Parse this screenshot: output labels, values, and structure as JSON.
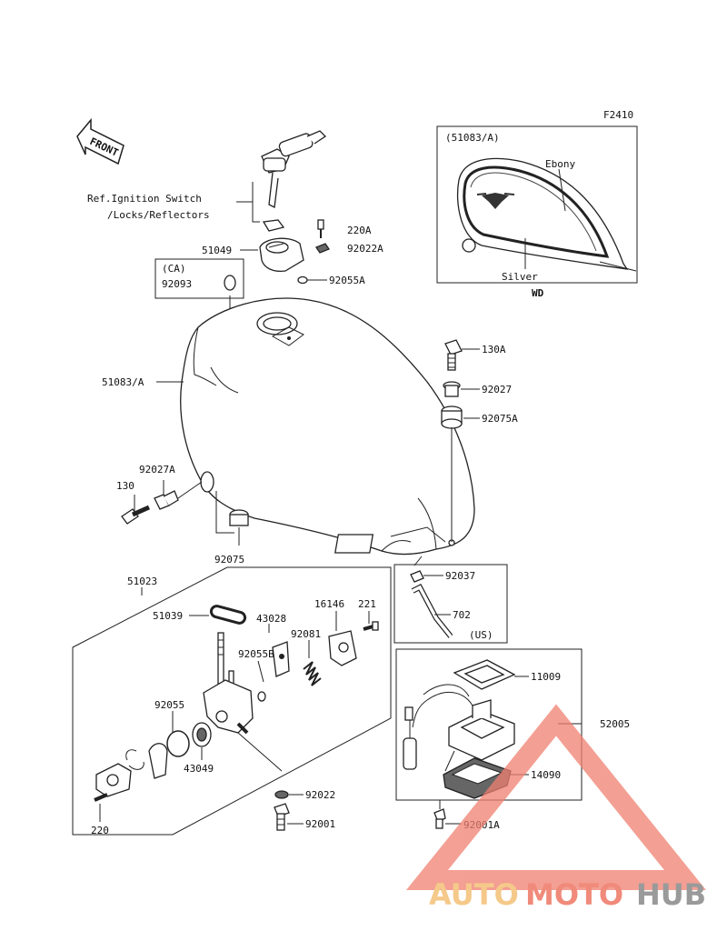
{
  "figure_code": "F2410",
  "front_label": "FRONT",
  "callouts": {
    "ignition_ref_line1": "Ref.Ignition Switch",
    "ignition_ref_line2": "/Locks/Reflectors",
    "p220A": "220A",
    "p51049": "51049",
    "p92022A": "92022A",
    "p92055A": "92055A",
    "ca": "(CA)",
    "p92093": "92093",
    "p51083A": "51083/A",
    "p130A": "130A",
    "p92027": "92027",
    "p92075A": "92075A",
    "p92027A": "92027A",
    "p130": "130",
    "p92075": "92075",
    "p51023": "51023",
    "p51039": "51039",
    "p43028": "43028",
    "p16146": "16146",
    "p221": "221",
    "p92081": "92081",
    "p92055B": "92055B",
    "p92055": "92055",
    "p43049": "43049",
    "p92022": "92022",
    "p92001": "92001",
    "p220": "220",
    "p92037": "92037",
    "p702": "702",
    "us": "(US)",
    "p11009": "11009",
    "p52005": "52005",
    "p14090": "14090",
    "p92001A": "92001A"
  },
  "inset": {
    "title": "(51083/A)",
    "ebony": "Ebony",
    "silver": "Silver",
    "wd": "WD"
  },
  "watermark": {
    "part1": "AUTO",
    "part2": "MOTO",
    "part3": "HUB",
    "color_auto": "#f5c98a",
    "color_moto": "#f08a7a",
    "color_hub": "#9a9a9a",
    "triangle_color": "#f08070"
  }
}
